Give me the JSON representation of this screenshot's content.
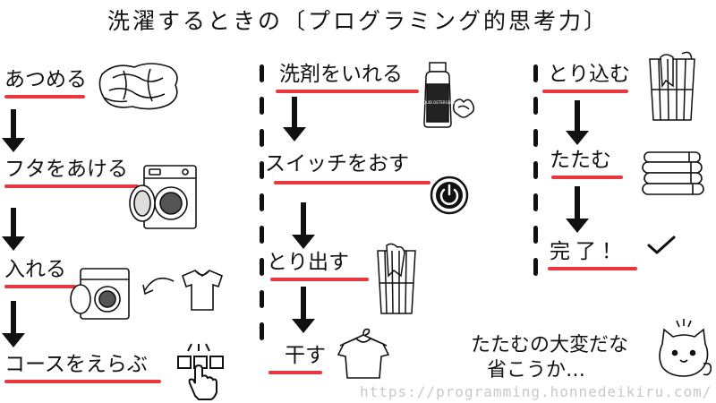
{
  "title": "洗濯するときの〔プログラミング的思考力〕",
  "columns": [
    {
      "steps": [
        {
          "label": "あつめる",
          "icon": "laundry-pile-icon"
        },
        {
          "label": "フタをあける",
          "icon": "washing-machine-icon"
        },
        {
          "label": "入れる",
          "icon": "shirt-into-machine-icon"
        },
        {
          "label": "コースをえらぶ",
          "icon": "course-buttons-icon"
        }
      ]
    },
    {
      "steps": [
        {
          "label": "洗剤をいれる",
          "icon": "detergent-bottle-icon"
        },
        {
          "label": "スイッチをおす",
          "icon": "power-button-icon"
        },
        {
          "label": "とり出す",
          "icon": "laundry-basket-icon"
        },
        {
          "label": "干す",
          "icon": "shirt-on-hanger-icon"
        }
      ]
    },
    {
      "steps": [
        {
          "label": "とり込む",
          "icon": "laundry-basket-icon"
        },
        {
          "label": "たたむ",
          "icon": "folded-towels-icon"
        },
        {
          "label": "完了！",
          "icon": "checkmark-icon"
        }
      ]
    }
  ],
  "bottle_label": "LIQUID DETERGENT",
  "note": {
    "line1": "たたむの大変だな",
    "line2": "省こうか…"
  },
  "url": "https://programming.honnedeikiru.com/",
  "colors": {
    "underline": "#e8383d",
    "ink": "#111111",
    "url": "#c9c9c9"
  }
}
